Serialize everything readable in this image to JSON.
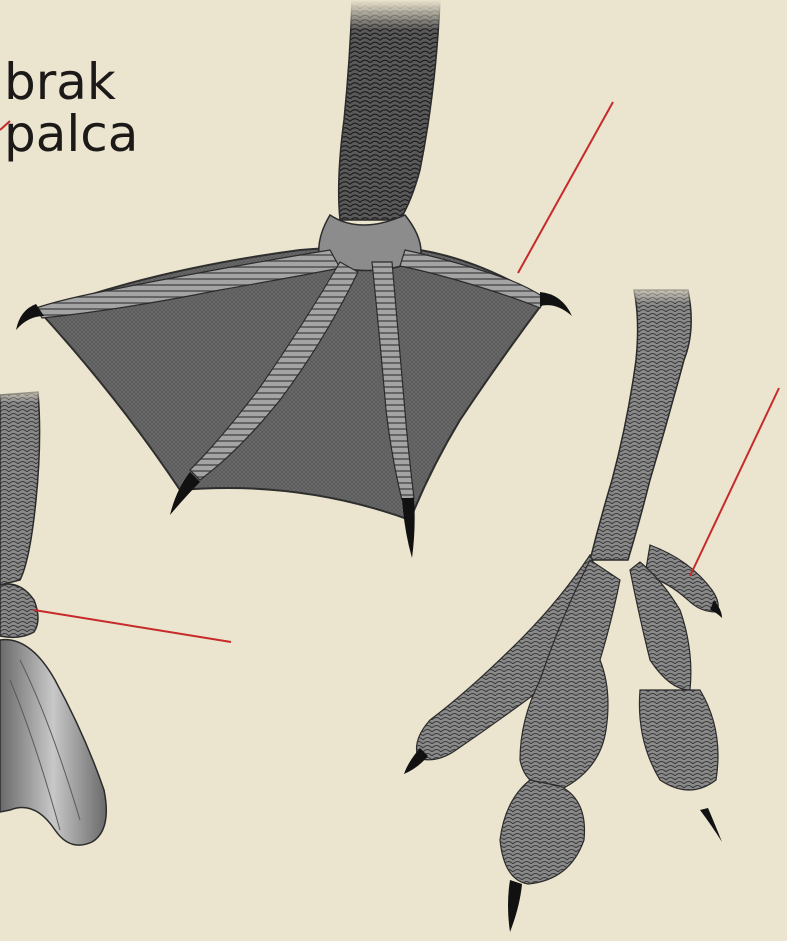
{
  "label": {
    "line1": "brak",
    "line2": "palca"
  },
  "colors": {
    "background": "#ebe4ce",
    "pointer_line": "#c62a2a",
    "foot_dark": "#3c3c3c",
    "foot_mid": "#7a7a7a",
    "foot_light": "#bdbdbd",
    "web": "#5a5a5a",
    "claw": "#111111"
  },
  "items": {
    "left_foot": "partial-foot",
    "center_foot": "webbed-foot",
    "right_foot": "lobed-foot"
  }
}
